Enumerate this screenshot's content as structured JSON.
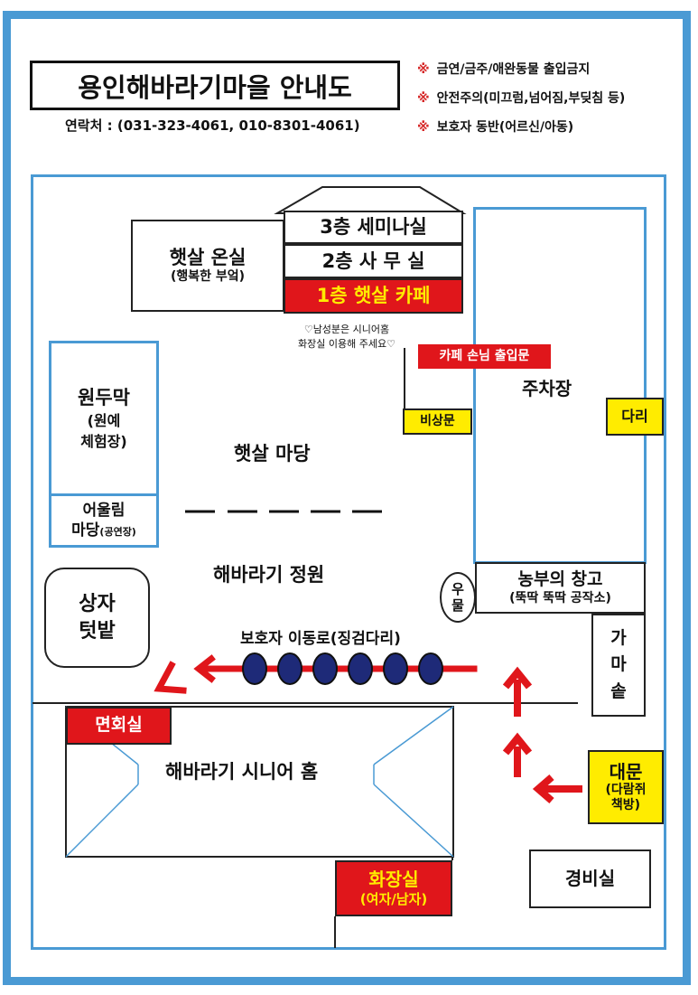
{
  "header": {
    "title": "용인해바라기마을 안내도",
    "contact": "연락처 : (031-323-4061, 010-8301-4061)",
    "rules": [
      {
        "mark": "※",
        "text": "금연/금주/애완동물 출입금지"
      },
      {
        "mark": "※",
        "text": "안전주의(미끄럼,넘어짐,부딪침 등)"
      },
      {
        "mark": "※",
        "text": "보호자 동반(어르신/아동)"
      }
    ]
  },
  "building": {
    "floor3": "3층 세미나실",
    "floor2": "2층 사 무 실",
    "floor1": "1층 햇살 카페"
  },
  "sunroom": {
    "name": "햇살 온실",
    "sub": "(행복한 부엌)"
  },
  "notice": {
    "line1": "♡남성분은 시니어홈",
    "line2": "화장실 이용해 주세요♡"
  },
  "cafe_entrance": "카페 손님 출입문",
  "parking": "주차장",
  "bridge": "다리",
  "emergency_door": "비상문",
  "wondumak": {
    "name": "원두막",
    "line2": "(원예",
    "line3": "체험장)"
  },
  "eoullim": {
    "name": "어울림",
    "name2": "마당",
    "sub": "(공연장)"
  },
  "courtyard": "햇살 마당",
  "garden": "해바라기 정원",
  "box_garden": {
    "line1": "상자",
    "line2": "텃밭"
  },
  "well": {
    "line1": "우",
    "line2": "물"
  },
  "barn": {
    "name": "농부의 창고",
    "sub": "(뚝딱 뚝딱 공작소)"
  },
  "cauldron": {
    "c1": "가",
    "c2": "마",
    "c3": "솥"
  },
  "guardian_path": "보호자 이동로(징검다리)",
  "visit_room": "면회실",
  "senior_home": "해바라기 시니어 홈",
  "restroom": {
    "name": "화장실",
    "sub": "(여자/남자)"
  },
  "main_gate": {
    "name": "대문",
    "sub1": "(다람쥐",
    "sub2": "책방)"
  },
  "guard_room": "경비실",
  "colors": {
    "frame": "#4a9ad4",
    "red": "#e0161b",
    "yellow": "#ffec00",
    "navy": "#1e2a78"
  },
  "stepping_stones": 6
}
